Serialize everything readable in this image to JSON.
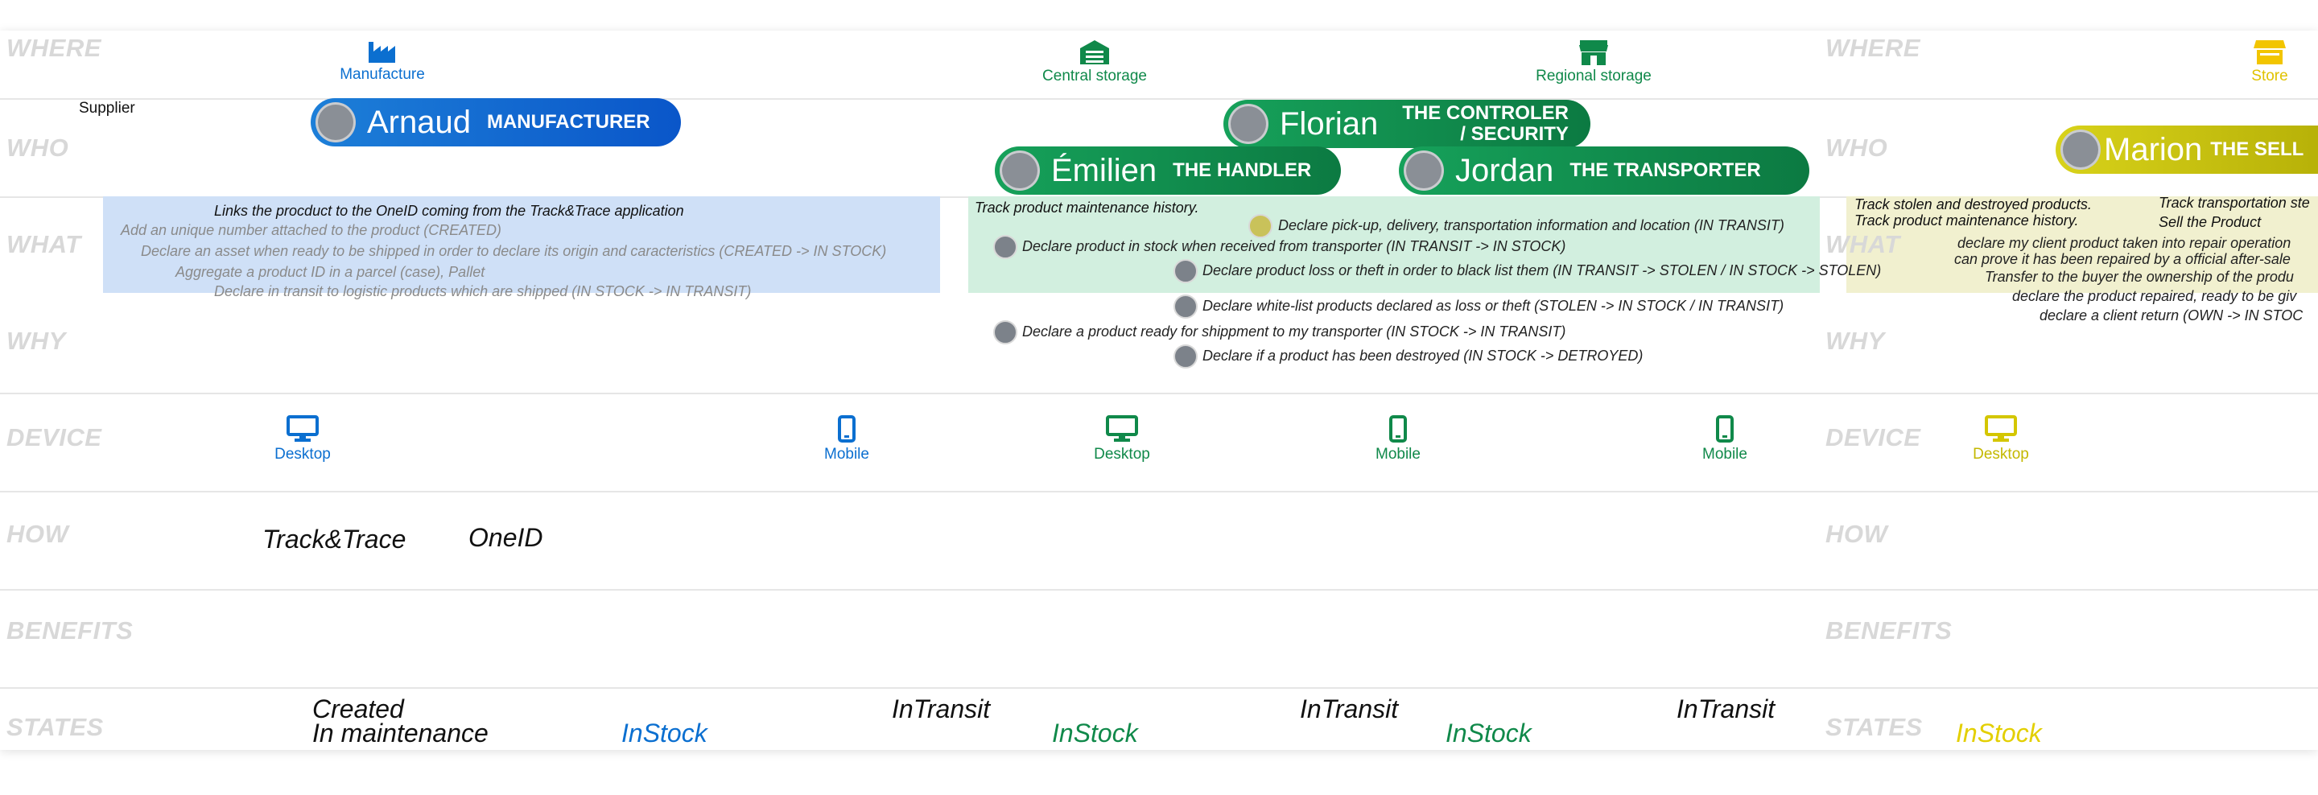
{
  "rows": {
    "where": "WHERE",
    "who": "WHO",
    "what": "WHAT",
    "why": "WHY",
    "device": "DEVICE",
    "how": "HOW",
    "benefits": "BENEFITS",
    "states": "STATES"
  },
  "colors": {
    "manufacturer": "#0b6fd0",
    "handler": "#10894a",
    "seller": "#c8c20a",
    "row_label": "#d8d8d8",
    "what_blue_bg": "#cfe0f7",
    "what_green_bg": "#cfeede",
    "what_yellow_bg": "#f1f0cf"
  },
  "where": {
    "manufacture": {
      "label": "Manufacture",
      "icon": "factory-icon"
    },
    "central_storage": {
      "label": "Central storage",
      "icon": "warehouse-icon"
    },
    "regional_storage": {
      "label": "Regional storage",
      "icon": "storefront-icon"
    },
    "store": {
      "label": "Store",
      "icon": "store-icon"
    }
  },
  "who": {
    "supplier": "Supplier",
    "arnaud": {
      "name": "Arnaud",
      "role": "MANUFACTURER"
    },
    "florian": {
      "name": "Florian",
      "role_line1": "THE CONTROLER",
      "role_line2": "/ SECURITY"
    },
    "emilien": {
      "name": "Émilien",
      "role": "THE HANDLER"
    },
    "jordan": {
      "name": "Jordan",
      "role": "THE TRANSPORTER"
    },
    "marion": {
      "name": "Marion",
      "role": "THE SELL"
    }
  },
  "what": {
    "manufacturer": [
      "Links the procduct to the OneID coming from the Track&Trace application",
      "Add an unique number attached to the product (CREATED)",
      "Declare an asset when ready to be shipped in order to declare its  origin and caracteristics (CREATED -> IN STOCK)",
      "Aggregate a product ID in a parcel (case), Pallet",
      "Declare in transit to logistic products which are shipped (IN  STOCK -> IN TRANSIT)"
    ],
    "handler": {
      "track_maintenance": "Track product maintenance history.",
      "pickup": "Declare pick-up, delivery, transportation information and location (IN  TRANSIT)",
      "in_stock": "Declare product in stock when received from transporter (IN TRANSIT ->  IN STOCK)",
      "loss_theft": "Declare product loss or theft in order to black list them (IN TRANSIT ->  STOLEN / IN STOCK -> STOLEN)",
      "white_list": "Declare white-list products declared as loss or theft (STOLEN -> IN STOCK /  IN TRANSIT)",
      "ready_ship": "Declare a product ready for shippment to my transporter (IN STOCK -> IN  TRANSIT)",
      "destroyed": "Declare if a product has been destroyed (IN STOCK -> DETROYED)"
    },
    "seller": {
      "track_stolen": "Track stolen and destroyed products.",
      "track_maintenance": "Track product maintenance history.",
      "track_transport": "Track transportation ste",
      "sell": "Sell the Product",
      "repair_1": "declare my client product taken into repair  operation",
      "repair_2": "can prove it has been repaired  by a official after-sale",
      "transfer": "Transfer to the buyer the ownership of the  produ",
      "repaired_ready": "declare the product repaired, ready to be  giv",
      "client_return": "declare a client return (OWN -> IN  STOC"
    }
  },
  "device": {
    "desktop_blue": "Desktop",
    "mobile_blue": "Mobile",
    "desktop_green": "Desktop",
    "mobile_green_1": "Mobile",
    "mobile_green_2": "Mobile",
    "desktop_yellow": "Desktop"
  },
  "how": {
    "track_trace": "Track&Trace",
    "oneid": "OneID"
  },
  "states": {
    "created": "Created",
    "in_maintenance": "In maintenance",
    "instock_blue": "InStock",
    "intransit_1": "InTransit",
    "instock_green_1": "InStock",
    "intransit_2": "InTransit",
    "instock_green_2": "InStock",
    "intransit_3": "InTransit",
    "instock_yellow": "InStock"
  }
}
